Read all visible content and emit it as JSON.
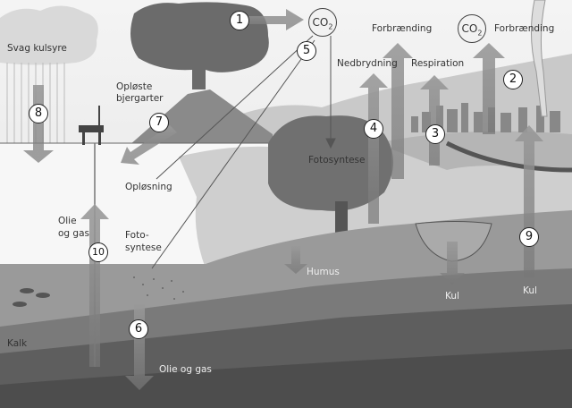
{
  "labels": {
    "weak_carbonic_acid": "Svag kulsyre",
    "dissolved_rocks_1": "Opløste",
    "dissolved_rocks_2": "bjergarter",
    "dissolution": "Opløsning",
    "oil_gas_1": "Olie",
    "oil_gas_2": "og gas",
    "photosynthesis_sea_1": "Foto-",
    "photosynthesis_sea_2": "syntese",
    "photosynthesis": "Fotosyntese",
    "decomposition": "Nedbrydning",
    "respiration": "Respiration",
    "combustion_1": "Forbrænding",
    "combustion_2": "Forbrænding",
    "humus": "Humus",
    "coal_1": "Kul",
    "coal_2": "Kul",
    "limestone": "Kalk",
    "oil_gas_deep": "Olie og gas"
  },
  "co2": {
    "text": "CO",
    "sub": "2"
  },
  "numbers": [
    "1",
    "2",
    "3",
    "4",
    "5",
    "6",
    "7",
    "8",
    "9",
    "10"
  ]
}
